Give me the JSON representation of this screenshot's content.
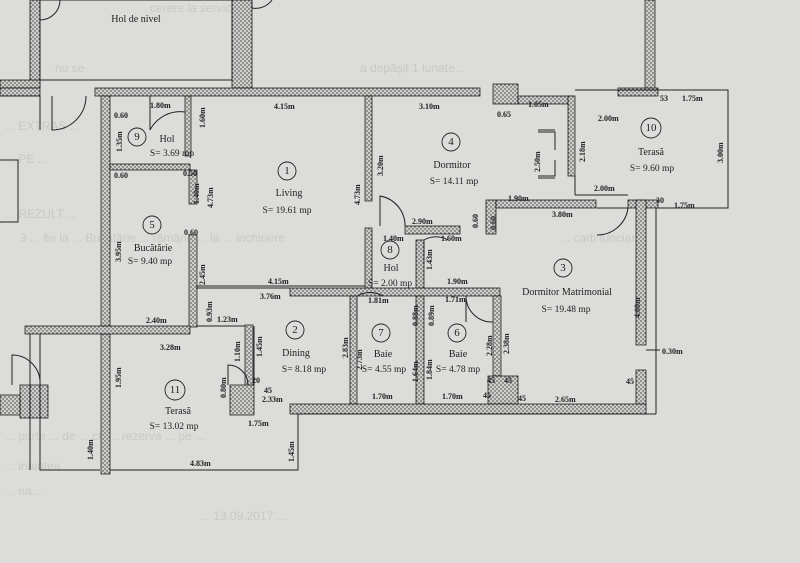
{
  "top_label": "Hol de nivel",
  "rooms": [
    {
      "id": "living",
      "num": "1",
      "name": "Living",
      "area": "S= 19.61 mp"
    },
    {
      "id": "dining",
      "num": "2",
      "name": "Dining",
      "area": "S= 8.18 mp"
    },
    {
      "id": "dormitor-matrimonial",
      "num": "3",
      "name": "Dormitor Matrimonial",
      "area": "S= 19.48 mp"
    },
    {
      "id": "dormitor",
      "num": "4",
      "name": "Dormitor",
      "area": "S= 14.11 mp"
    },
    {
      "id": "bucatarie",
      "num": "5",
      "name": "Bucătărie",
      "area": "S= 9.40 mp"
    },
    {
      "id": "baie-6",
      "num": "6",
      "name": "Baie",
      "area": "S= 4.78 mp"
    },
    {
      "id": "baie-7",
      "num": "7",
      "name": "Baie",
      "area": "S= 4.55 mp"
    },
    {
      "id": "hol-8",
      "num": "8",
      "name": "Hol",
      "area": "S= 2.00 mp"
    },
    {
      "id": "hol-9",
      "num": "9",
      "name": "Hol",
      "area": "S= 3.69 mp"
    },
    {
      "id": "terasa-10",
      "num": "10",
      "name": "Terasă",
      "area": "S= 9.60 mp"
    },
    {
      "id": "terasa-11",
      "num": "11",
      "name": "Terasă",
      "area": "S= 13.02 mp"
    }
  ],
  "dimensions": [
    "0.60",
    "1.80m",
    "1.60m",
    "4.15m",
    "3.10m",
    "0.65",
    "1.05m",
    "53",
    "1.75m",
    "1.35m",
    "2.00m",
    "2.18m",
    "3.00m",
    "3.20m",
    "4.73m",
    "2.50m",
    "0.60",
    "0.50",
    "1.40m",
    "4.73m",
    "1.90m",
    "2.00m",
    "30",
    "1.75m",
    "3.80m",
    "0.60",
    "0.60",
    "2.90m",
    "1.40m",
    "1.60m",
    "3.95m",
    "1.43m",
    "0.60",
    "4.60m",
    "1.90m",
    "2.45m",
    "4.15m",
    "3.76m",
    "1.81m",
    "1.71m",
    "0.93m",
    "1.23m",
    "2.40m",
    "3.28m",
    "1.10m",
    "1.45m",
    "2.83m",
    "2.73m",
    "0.88m",
    "0.89m",
    "2.28m",
    "2.38m",
    "0.30m",
    "1.95m",
    "1.64m",
    "1.84m",
    "0.80m",
    "20",
    "1.70m",
    "1.70m",
    "45",
    "45",
    "45",
    "45",
    "45",
    "2.33m",
    "2.65m",
    "45",
    "1.75m",
    "1.40m",
    "1.45m",
    "4.83m"
  ],
  "background_text": [
    "cerere la serviciul",
    "a depăşit 1 lunate...",
    "nu se",
    "... REZULT ...",
    "3 ... fie la ... Bucătărie ... rămâne ... la ... inchiriere",
    "... carti funciare",
    "... EXTRAS ...",
    "... PE ...",
    "... parte ... de ... cu ... rezerva ... pe ...",
    "... inaintea ...",
    "... ria...",
    "... 13.09.2017 ..."
  ]
}
